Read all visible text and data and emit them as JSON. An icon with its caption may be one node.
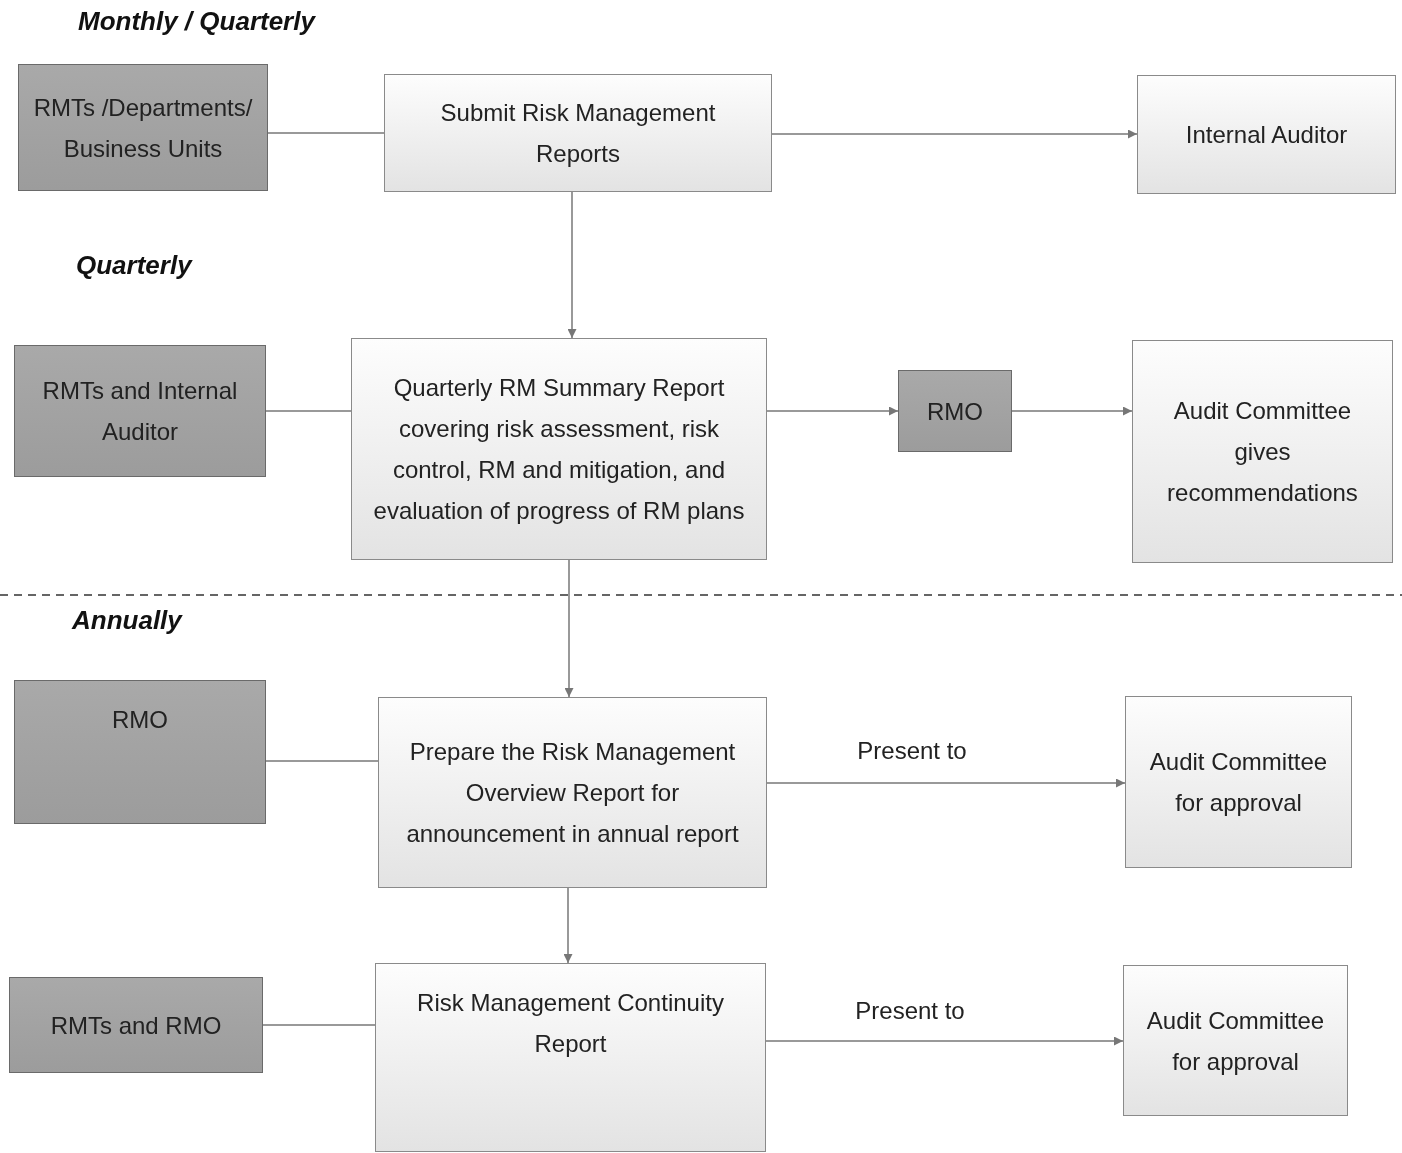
{
  "diagram": {
    "nodes": [
      {
        "text": [
          "RMTs /Departments/ Business Units"
        ]
      },
      {
        "text": [
          "Submit Risk Management Reports"
        ]
      },
      {
        "text": [
          "Internal Auditor"
        ]
      },
      {
        "text": [
          "RMTs and Internal Auditor"
        ]
      },
      {
        "text": [
          "Quarterly RM Summary Report covering risk assessment, risk control, RM and mitigation, and evaluation of progress of RM plans"
        ]
      },
      {
        "text": [
          "RMO"
        ]
      },
      {
        "text": [
          "Audit Committee gives recommendations"
        ]
      },
      {
        "text": [
          "RMO"
        ]
      },
      {
        "text": [
          "Prepare the Risk Management Overview Report for announcement in annual report"
        ]
      },
      {
        "text": [
          "Audit Committee for approval"
        ]
      },
      {
        "text": [
          "RMTs and RMO"
        ]
      },
      {
        "text": [
          "Risk Management Continuity Report"
        ]
      },
      {
        "text": [
          "Audit Committee for approval"
        ]
      }
    ],
    "edges": [
      {
        "from": 0,
        "to": 1,
        "arrow": "none"
      },
      {
        "from": 1,
        "to": 2,
        "arrow": "to"
      },
      {
        "from": 1,
        "to": 4,
        "arrow": "to"
      },
      {
        "from": 3,
        "to": 4,
        "arrow": "none"
      },
      {
        "from": 4,
        "to": 5,
        "arrow": "to"
      },
      {
        "from": 5,
        "to": 6,
        "arrow": "to"
      },
      {
        "from": 4,
        "to": 8,
        "arrow": "to"
      },
      {
        "from": 7,
        "to": 8,
        "arrow": "none"
      },
      {
        "from": 8,
        "to": 9,
        "arrow": "to",
        "label": "Present to"
      },
      {
        "from": 8,
        "to": 11,
        "arrow": "to"
      },
      {
        "from": 10,
        "to": 11,
        "arrow": "none"
      },
      {
        "from": 11,
        "to": 12,
        "arrow": "to",
        "label": "Present to"
      }
    ],
    "labels": [
      "Monthly / Quarterly",
      "Quarterly",
      "Annually"
    ]
  }
}
